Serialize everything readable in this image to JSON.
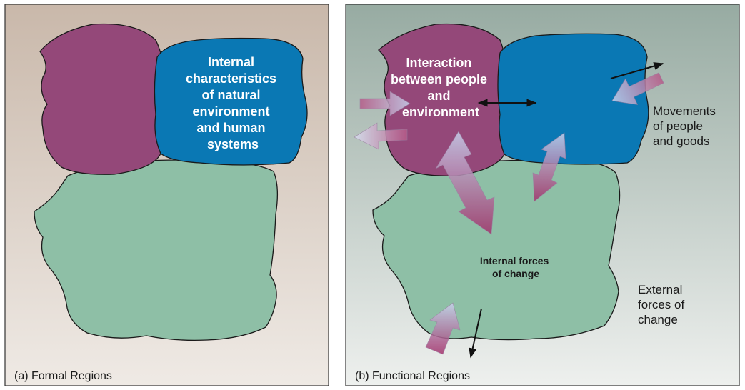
{
  "colors": {
    "purple": "#944879",
    "blue": "#0a78b4",
    "green": "#8ebfa6",
    "panel_a_top": "#c9b8aa",
    "panel_a_bottom": "#efeae5",
    "panel_b_top": "#97aba2",
    "panel_b_bottom": "#eef0ee"
  },
  "panel_a": {
    "caption": "(a) Formal Regions",
    "blue_label": [
      "Internal",
      "characteristics",
      "of natural",
      "environment",
      "and human",
      "systems"
    ]
  },
  "panel_b": {
    "caption": "(b) Functional Regions",
    "purple_label": [
      "Interaction",
      "between people",
      "and",
      "environment"
    ],
    "internal_forces": [
      "Internal forces",
      "of change"
    ],
    "movements": [
      "Movements",
      "of people",
      "and goods"
    ],
    "external_forces": [
      "External",
      "forces of",
      "change"
    ]
  }
}
